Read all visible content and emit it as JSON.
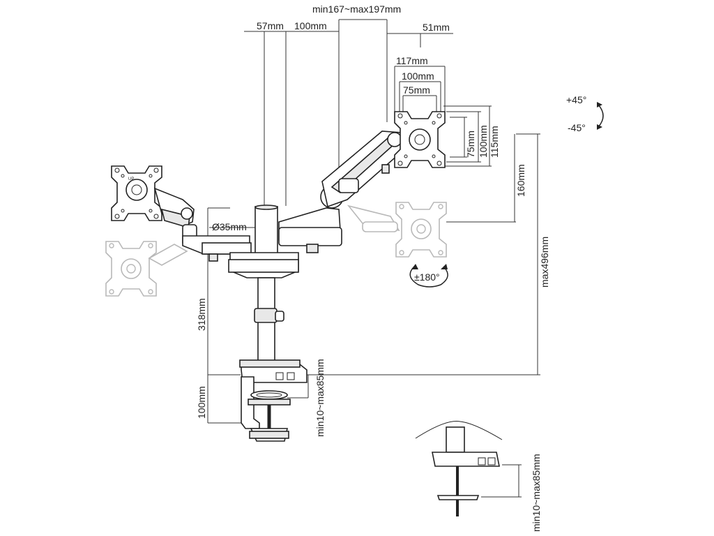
{
  "dimensions": {
    "reach": "min167~max197mm",
    "offset_57": "57mm",
    "offset_100": "100mm",
    "offset_51": "51mm",
    "vesa_117": "117mm",
    "vesa_100_h": "100mm",
    "vesa_75_h": "75mm",
    "vesa_75_v": "75mm",
    "vesa_100_v": "100mm",
    "vesa_115_v": "115mm",
    "pole_diameter": "Ø35mm",
    "height_160": "160mm",
    "max_height": "max496mm",
    "pole_height": "318mm",
    "clamp_height": "100mm",
    "clamp_range": "min10~max85mm",
    "clamp_range_detail": "min10~max85mm"
  },
  "rotation": {
    "tilt_up": "+45°",
    "tilt_down": "-45°",
    "rotate": "±180°"
  },
  "vesa_plate_label": "UP"
}
